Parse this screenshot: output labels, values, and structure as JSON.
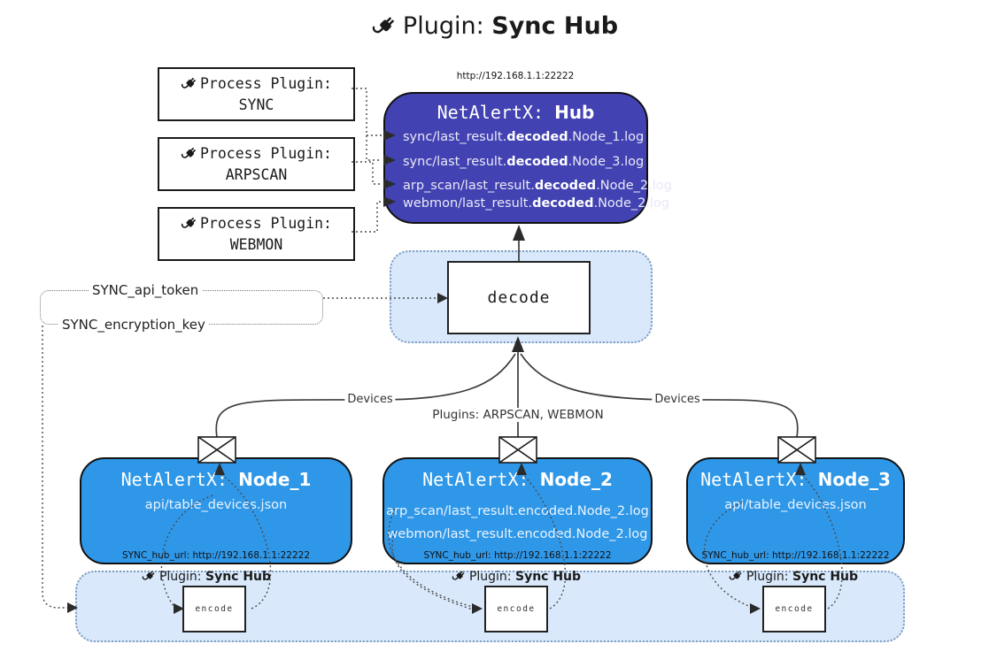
{
  "title": {
    "prefix": "Plugin: ",
    "bold": "Sync Hub"
  },
  "process_plugins": [
    {
      "line1": "Process Plugin:",
      "name": "SYNC"
    },
    {
      "line1": "Process Plugin:",
      "name": "ARPSCAN"
    },
    {
      "line1": "Process Plugin:",
      "name": "WEBMON"
    }
  ],
  "hub": {
    "url": "http://192.168.1.1:22222",
    "title_prefix": "NetAlertX: ",
    "title_bold": "Hub",
    "lines": [
      {
        "prefix": "sync/last_result.",
        "bold": "decoded",
        "suffix": ".Node_1.log"
      },
      {
        "prefix": "sync/last_result.",
        "bold": "decoded",
        "suffix": ".Node_3.log"
      },
      {
        "prefix": "arp_scan/last_result.",
        "bold": "decoded",
        "suffix": ".Node_2.log"
      },
      {
        "prefix": "webmon/last_result.",
        "bold": "decoded",
        "suffix": ".Node_2.log"
      }
    ]
  },
  "decode": {
    "label": "decode"
  },
  "secrets": {
    "api_token": "SYNC_api_token",
    "encryption_key": "SYNC_encryption_key"
  },
  "edge_labels": {
    "devices_left": "Devices",
    "devices_right": "Devices",
    "plugins": "Plugins: ARPSCAN, WEBMON"
  },
  "nodes": [
    {
      "title_prefix": "NetAlertX: ",
      "title_bold": "Node_1",
      "files": [
        "api/table_devices.json"
      ],
      "hub_url": "SYNC_hub_url: http://192.168.1.1:22222"
    },
    {
      "title_prefix": "NetAlertX: ",
      "title_bold": "Node_2",
      "files": [
        "arp_scan/last_result.encoded.Node_2.log",
        "webmon/last_result.encoded.Node_2.log"
      ],
      "hub_url": "SYNC_hub_url: http://192.168.1.1:22222"
    },
    {
      "title_prefix": "NetAlertX: ",
      "title_bold": "Node_3",
      "files": [
        "api/table_devices.json"
      ],
      "hub_url": "SYNC_hub_url: http://192.168.1.1:22222"
    }
  ],
  "encoders": {
    "label_prefix": "Plugin: ",
    "label_bold": "Sync Hub",
    "box_label": "encode"
  },
  "colors": {
    "hub_fill": "#4242b2",
    "node_fill": "#2f97e8",
    "band_fill": "#d9e9fb",
    "band_border": "#7d9cc0",
    "line": "#3d3d3d"
  }
}
